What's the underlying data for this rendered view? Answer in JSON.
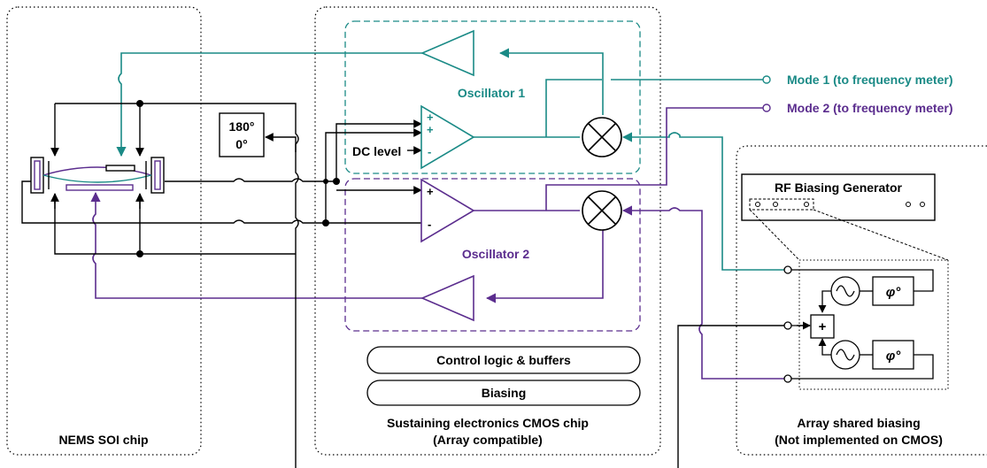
{
  "blocks": {
    "nems_chip": "NEMS SOI chip",
    "cmos_chip_line1": "Sustaining electronics CMOS chip",
    "cmos_chip_line2": "(Array compatible)",
    "biasing_line1": "Array shared biasing",
    "biasing_line2": "(Not implemented on CMOS)"
  },
  "oscillators": {
    "osc1": "Oscillator 1",
    "osc2": "Oscillator 2"
  },
  "outputs": {
    "mode1": "Mode 1 (to frequency meter)",
    "mode2": "Mode 2 (to frequency meter)"
  },
  "phase_box": {
    "line1": "180°",
    "line2": "0°"
  },
  "amplifier": {
    "dc_level": "DC level",
    "plus": "+",
    "minus": "-"
  },
  "modules": {
    "control_logic": "Control logic & buffers",
    "biasing": "Biasing",
    "rf_generator": "RF Biasing Generator",
    "phase_shift": "φ°",
    "summer": "+"
  },
  "colors": {
    "osc1": "#1a8a86",
    "osc2": "#5b2d8e",
    "wire": "#000000"
  }
}
